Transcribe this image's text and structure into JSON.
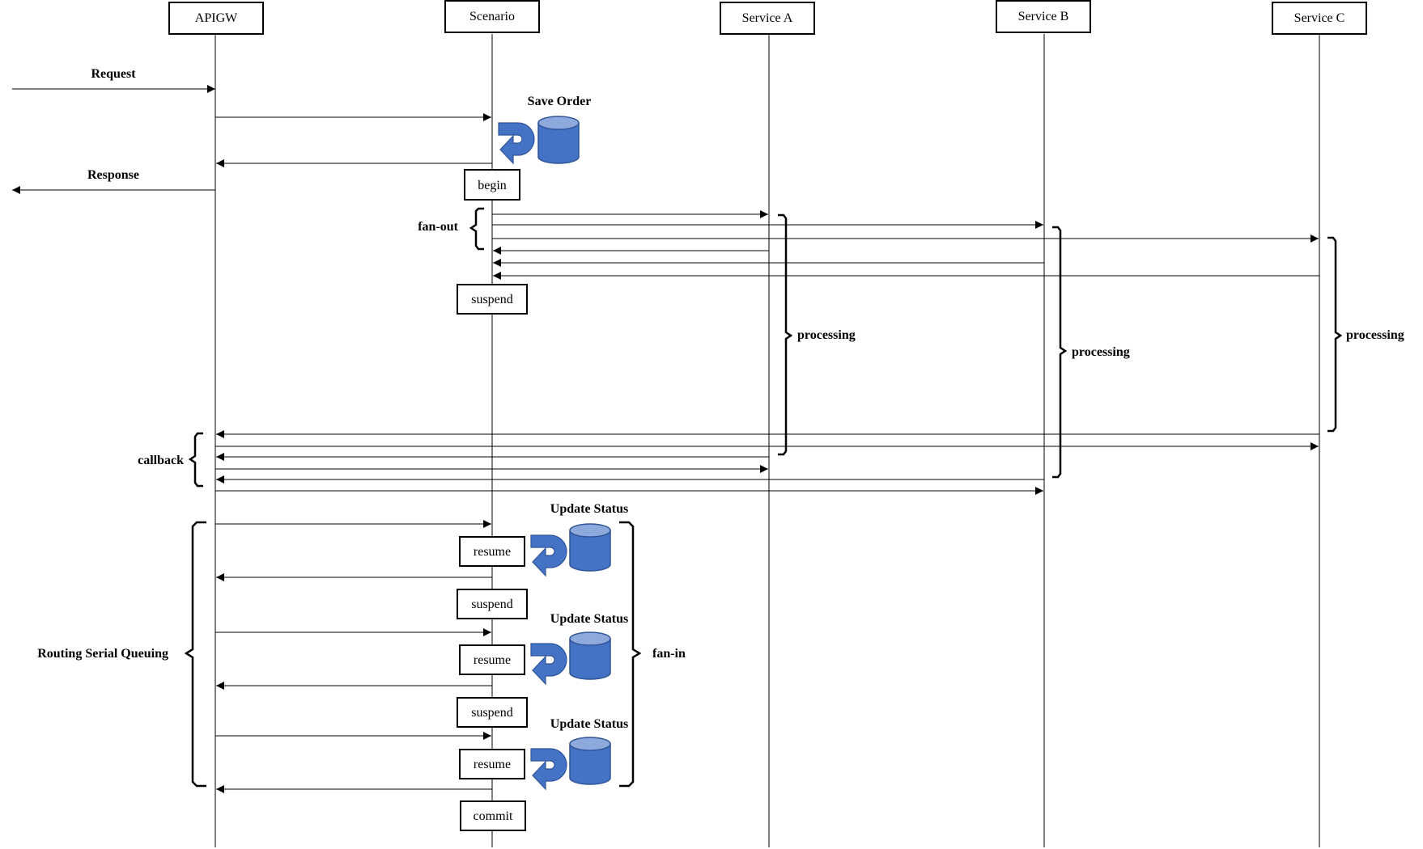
{
  "participants": {
    "apigw": "APIGW",
    "scenario": "Scenario",
    "service_a": "Service A",
    "service_b": "Service B",
    "service_c": "Service C"
  },
  "messages": {
    "request": "Request",
    "response": "Response"
  },
  "steps": {
    "begin": "begin",
    "suspend": "suspend",
    "resume": "resume",
    "commit": "commit"
  },
  "annotations": {
    "save_order": "Save Order",
    "update_status": "Update Status",
    "fan_out": "fan-out",
    "fan_in": "fan-in",
    "processing": "processing",
    "callback": "callback",
    "routing_serial_queuing": "Routing Serial Queuing"
  },
  "colors": {
    "db_fill": "#4472C4",
    "db_top": "#8EA9DB",
    "db_stroke": "#2F5597",
    "line": "#000000"
  },
  "icons": {
    "database": "database-icon",
    "self_call": "u-turn-arrow-icon"
  }
}
